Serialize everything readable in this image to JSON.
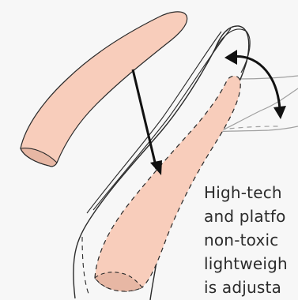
{
  "caption": {
    "lines": [
      "High-tech",
      "and platfo",
      "non-toxic",
      "lightweigh",
      "is adjusta"
    ]
  },
  "colors": {
    "background": "#f7f7f7",
    "insole_fill": "#f8cdbb",
    "insole_heel": "#e7b7a4",
    "outline": "#2a2a2a",
    "ghost_outline": "#9a9a9a",
    "arrow": "#111111"
  }
}
